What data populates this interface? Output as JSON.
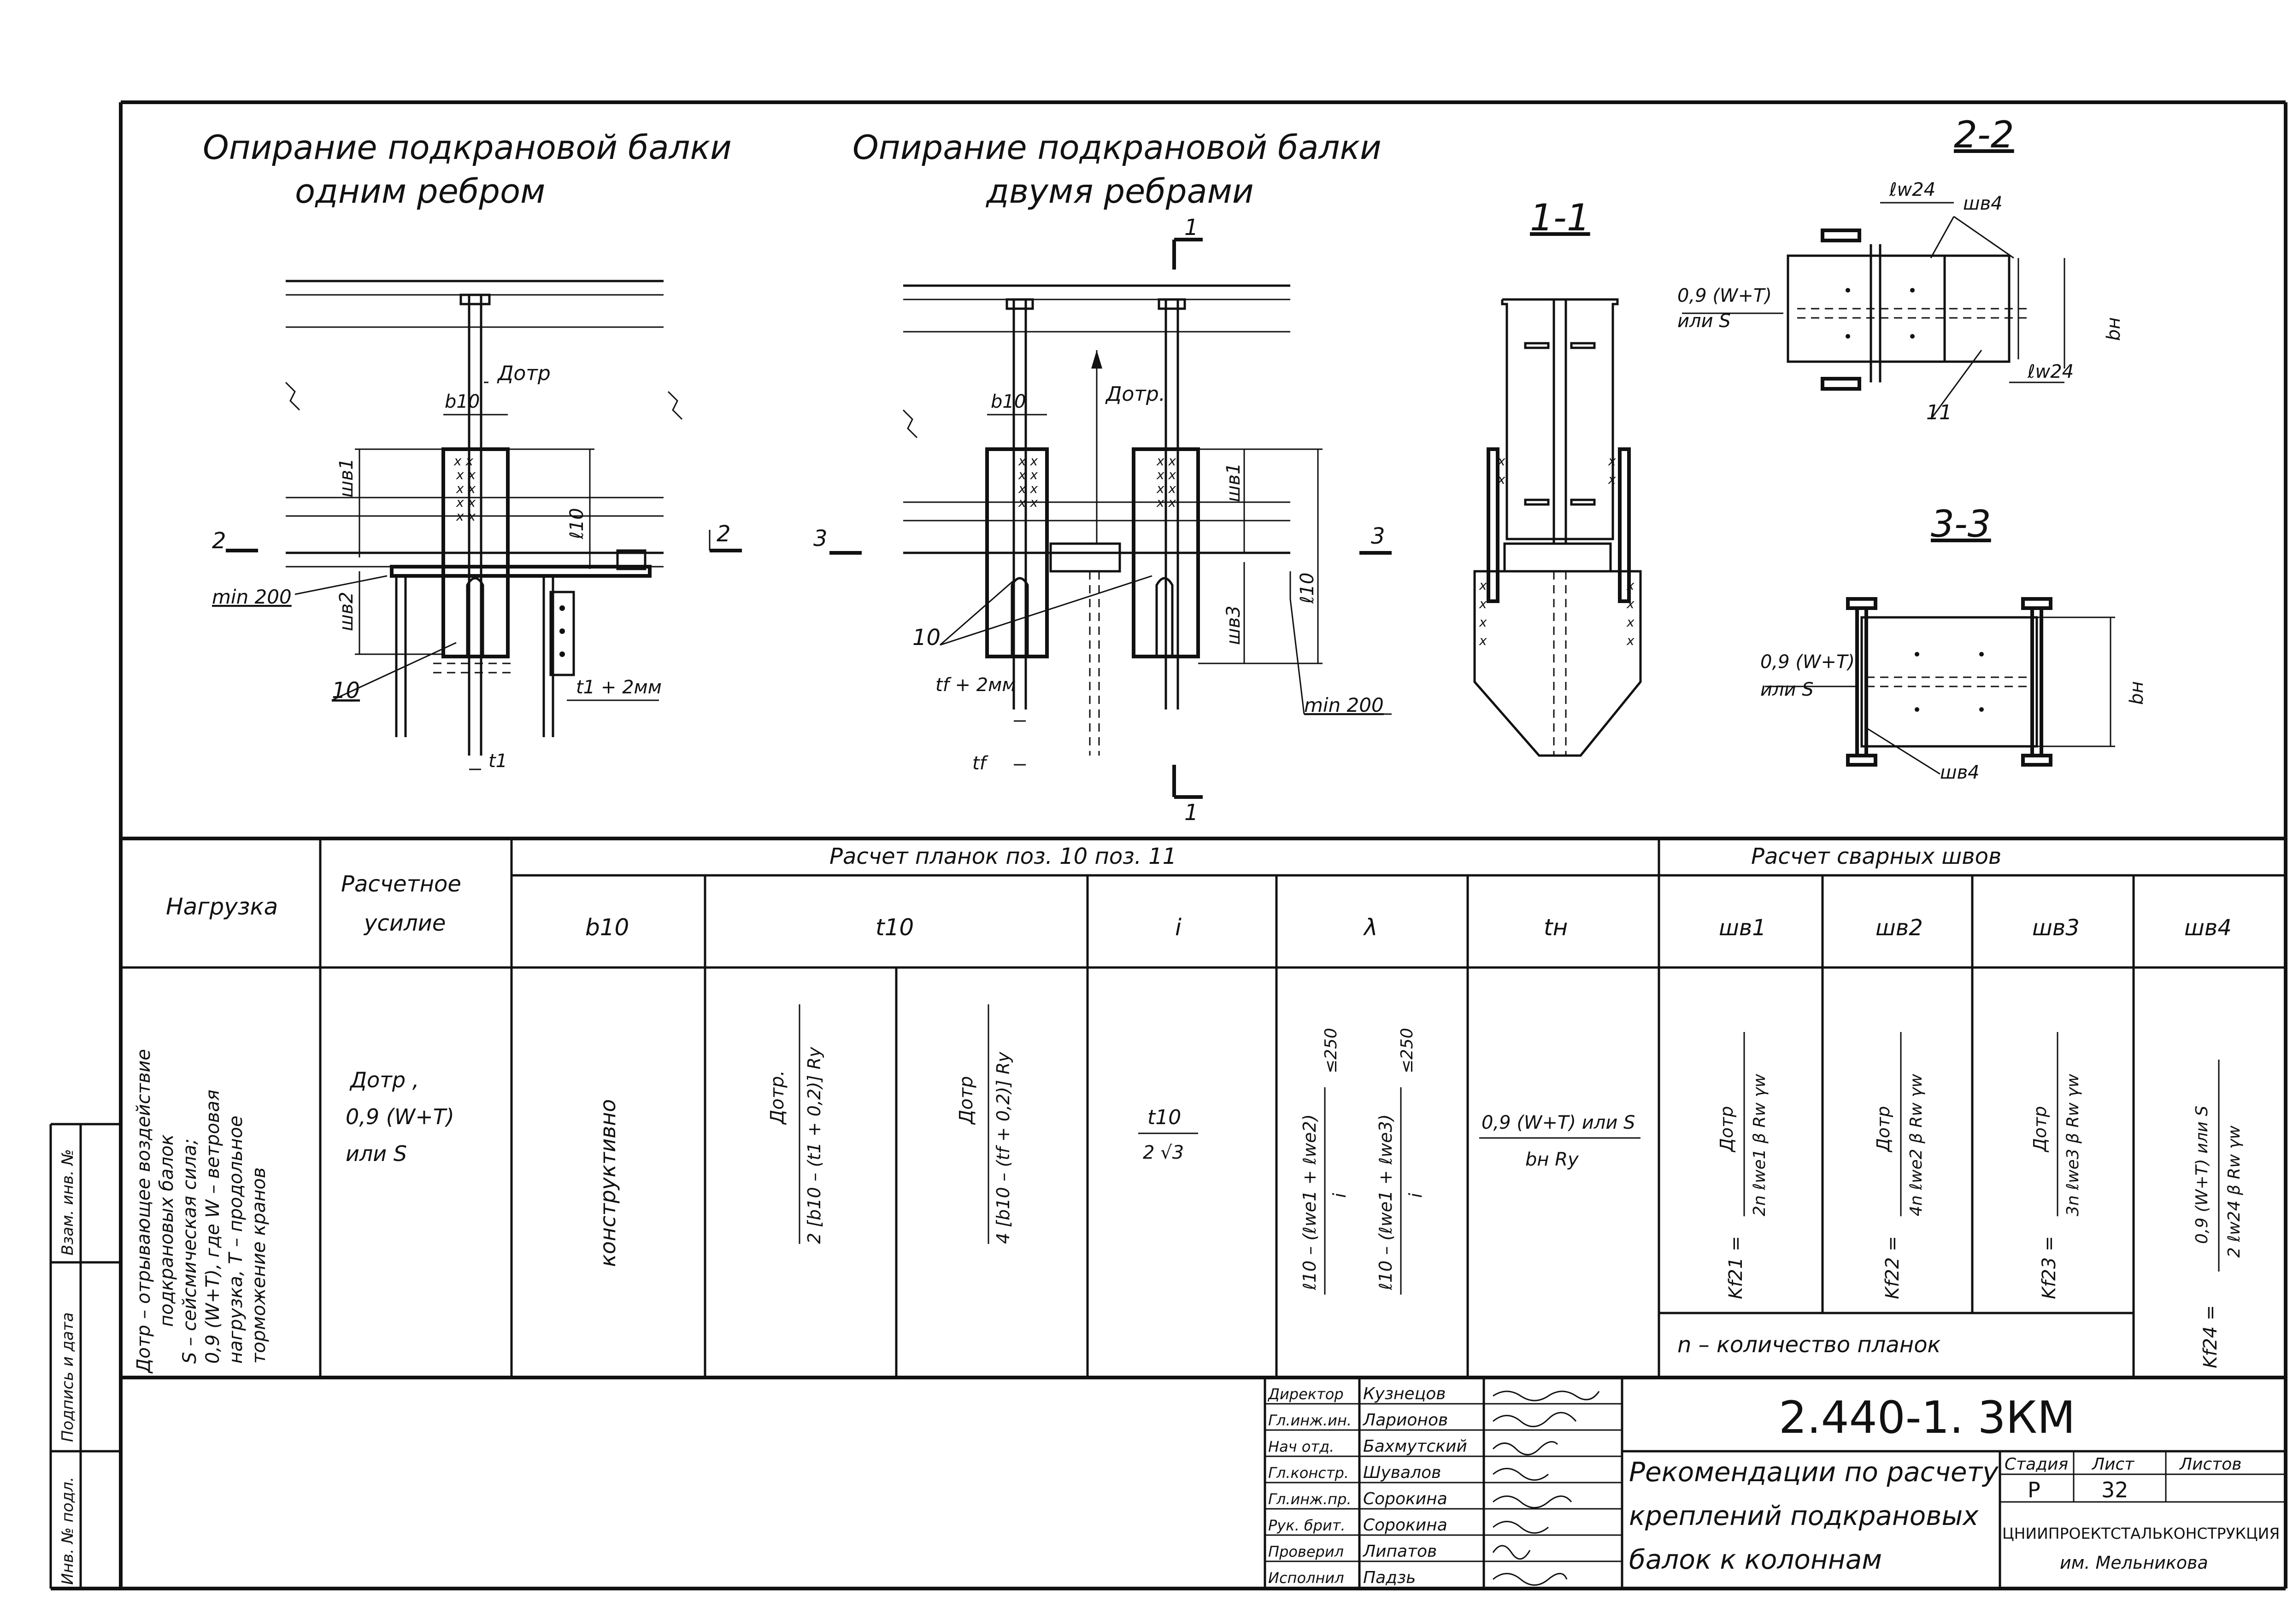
{
  "titles": {
    "one_rib_l1": "Опирание подкрановой балки",
    "one_rib_l2": "одним ребром",
    "two_ribs_l1": "Опирание подкрановой балки",
    "two_ribs_l2": "двумя ребрами",
    "sec_1_1": "1-1",
    "sec_2_2": "2-2",
    "sec_3_3": "3-3"
  },
  "drawing_labels": {
    "d_otr": "Дотр",
    "d_otr2": "Дотр.",
    "b10": "b10",
    "b10b": "b10",
    "l10": "ℓ10",
    "l10b": "ℓ10",
    "shw21": "шв1",
    "shw22": "шв2",
    "shw21b": "шв1",
    "shw23": "шв3",
    "shw24a": "шв4",
    "shw24b": "шв4",
    "min200a": "min 200",
    "min200b": "min 200",
    "pos10a": "10",
    "pos10b": "10",
    "pos11": "11",
    "t1_2mm": "t1 + 2мм",
    "tf_2mm": "tf + 2мм",
    "t1": "t1",
    "tf": "tf",
    "cut2_l": "2",
    "cut2_r": "2",
    "cut3_l": "3",
    "cut3_r": "3",
    "cut1_t": "1",
    "cut1_b": "1",
    "load_a1": "0,9 (W+T)",
    "load_a2": "или S",
    "load_b1": "0,9 (W+T)",
    "load_b2": "или S",
    "lw24a": "ℓw24",
    "lw24b": "ℓw24",
    "bn_a": "bн",
    "bn_b": "bн"
  },
  "table": {
    "group_plates": "Расчет планок поз. 10 поз. 11",
    "group_welds": "Расчет сварных швов",
    "h_load": "Нагрузка",
    "h_force_1": "Расчетное",
    "h_force_2": "усилие",
    "h_b10": "b10",
    "h_t10": "t10",
    "h_i": "i",
    "h_lambda": "λ",
    "h_tn": "tн",
    "h_w1": "шв1",
    "h_w2": "шв2",
    "h_w3": "шв3",
    "h_w4": "шв4",
    "load_1": "Дотр – отрывающее воздействие",
    "load_2": "подкрановых балок",
    "load_3": "S – сейсмическая сила;",
    "load_4": "0,9 (W+T), где W – ветровая",
    "load_5": "нагрузка, T – продольное",
    "load_6": "торможение кранов",
    "force_1": "Дотр ,",
    "force_2": "0,9 (W+T)",
    "force_3": "или S",
    "b10_val": "конструктивно",
    "t10_a_num": "Дотр.",
    "t10_a_den": "2 [b10 – (t1 + 0,2)] Ry",
    "t10_b_num": "Дотр",
    "t10_b_den": "4 [b10 – (tf + 0,2)] Ry",
    "i_num": "t10",
    "i_den": "2 √3",
    "lam_a_num": "ℓ10 – (ℓwe1 + ℓwe2)",
    "lam_a_den": "i",
    "lam_a_cond": "≤250",
    "lam_b_num": "ℓ10 – (ℓwe1 + ℓwe3)",
    "lam_b_den": "i",
    "lam_b_cond": "≤250",
    "tn_num": "0,9 (W+T) или S",
    "tn_den": "bн Ry",
    "w1_lhs": "Kf21 =",
    "w1_num": "Дотр",
    "w1_den": "2n ℓwe1 β Rw γw",
    "w2_lhs": "Kf22 =",
    "w2_num": "Дотр",
    "w2_den": "4n ℓwe2 β Rw γw",
    "w3_lhs": "Kf23 =",
    "w3_num": "Дотр",
    "w3_den": "3n ℓwe3 β Rw γw",
    "w4_lhs": "Kf24 =",
    "w4_num": "0,9 (W+T) или S",
    "w4_den": "2 ℓw24 β Rw γw",
    "n_note": "n – количество планок"
  },
  "stamp": {
    "roles": [
      "Директор",
      "Гл.инж.ин.",
      "Нач отд.",
      "Гл.констр.",
      "Гл.инж.пр.",
      "Рук. брит.",
      "Проверил",
      "Исполнил"
    ],
    "names": [
      "Кузнецов",
      "Ларионов",
      "Бахмутский",
      "Шувалов",
      "Сорокина",
      "Сорокина",
      "Липатов",
      "Падзь"
    ],
    "doc_number": "2.440-1. 3КМ",
    "title_1": "Рекомендации по расчету",
    "title_2": "креплений подкрановых",
    "title_3": "балок к колоннам",
    "h_stage": "Стадия",
    "h_sheet": "Лист",
    "h_sheets": "Листов",
    "stage": "Р",
    "sheet": "32",
    "sheets": "",
    "org_1": "ЦНИИПРОЕКТСТАЛЬКОНСТРУКЦИЯ",
    "org_2": "им. Мельникова"
  },
  "side_margin": {
    "inv_orig": "Инв. № подл.",
    "sign_date": "Подпись и дата",
    "replace_inv": "Взам. инв. №"
  }
}
